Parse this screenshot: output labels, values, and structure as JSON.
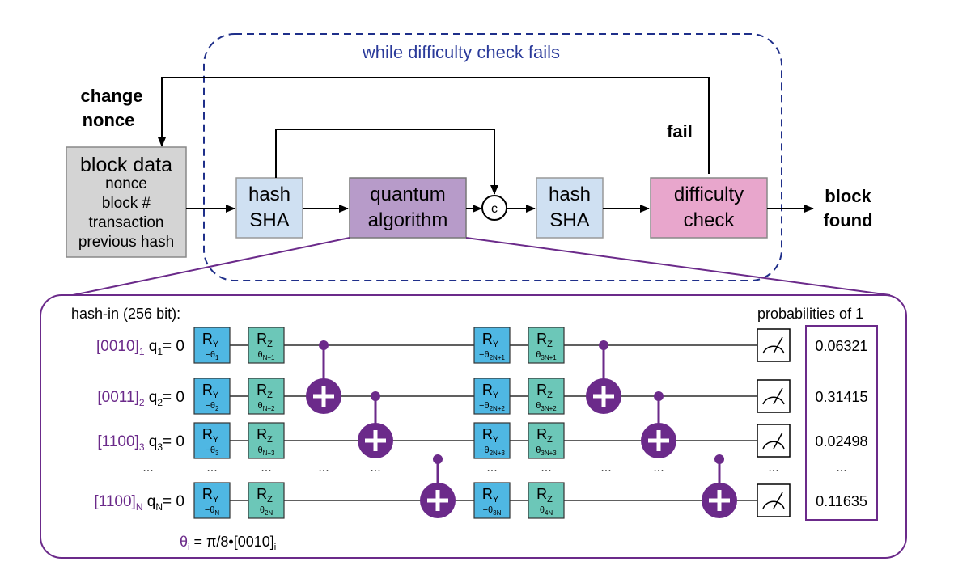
{
  "top": {
    "loop_label": "while difficulty check fails",
    "change_nonce": [
      "change",
      "nonce"
    ],
    "fail_label": "fail",
    "block_found": [
      "block",
      "found"
    ],
    "block_data": {
      "title": "block data",
      "lines": [
        "nonce",
        "block #",
        "transaction",
        "previous hash"
      ]
    },
    "hash1": [
      "hash",
      "SHA"
    ],
    "quantum": [
      "quantum",
      "algorithm"
    ],
    "combine": "c",
    "hash2": [
      "hash",
      "SHA"
    ],
    "difficulty": [
      "difficulty",
      "check"
    ]
  },
  "circuit": {
    "hash_in_label": "hash-in (256 bit):",
    "probabilities_label": "probabilities of 1",
    "dots": "...",
    "qubits": [
      {
        "bits": "[0010]",
        "bit_sub": "1",
        "q": "q",
        "q_sub": "1",
        "init": "= 0",
        "ry1": "−θ",
        "ry1_sub": "1",
        "rz1": "θ",
        "rz1_sub": "N+1",
        "ry2": "−θ",
        "ry2_sub": "2N+1",
        "rz2": "θ",
        "rz2_sub": "3N+1",
        "prob": "0.06321"
      },
      {
        "bits": "[0011]",
        "bit_sub": "2",
        "q": "q",
        "q_sub": "2",
        "init": "= 0",
        "ry1": "−θ",
        "ry1_sub": "2",
        "rz1": "θ",
        "rz1_sub": "N+2",
        "ry2": "−θ",
        "ry2_sub": "2N+2",
        "rz2": "θ",
        "rz2_sub": "3N+2",
        "prob": "0.31415"
      },
      {
        "bits": "[1100]",
        "bit_sub": "3",
        "q": "q",
        "q_sub": "3",
        "init": "= 0",
        "ry1": "−θ",
        "ry1_sub": "3",
        "rz1": "θ",
        "rz1_sub": "N+3",
        "ry2": "−θ",
        "ry2_sub": "2N+3",
        "rz2": "θ",
        "rz2_sub": "3N+3",
        "prob": "0.02498"
      },
      {
        "bits": "[1100]",
        "bit_sub": "N",
        "q": "q",
        "q_sub": "N",
        "init": "= 0",
        "ry1": "−θ",
        "ry1_sub": "N",
        "rz1": "θ",
        "rz1_sub": "2N",
        "ry2": "−θ",
        "ry2_sub": "3N",
        "rz2": "θ",
        "rz2_sub": "4N",
        "prob": "0.11635"
      }
    ],
    "gate_ry": "R",
    "gate_ry_sub": "Y",
    "gate_rz": "R",
    "gate_rz_sub": "Z",
    "formula": {
      "theta": "θ",
      "sub": "i",
      "eq": " = π/8•[0010]",
      "sub2": "i"
    }
  },
  "colors": {
    "loop_border": "#1f2f8a",
    "loop_text": "#2a3a9a",
    "block_data_fill": "#d4d4d4",
    "hash_fill": "#cfe0f2",
    "quantum_fill": "#b79bc9",
    "difficulty_fill": "#e8a6cc",
    "purple": "#6b2a8a",
    "ry_fill": "#4fb7e3",
    "rz_fill": "#6cc7b8"
  }
}
